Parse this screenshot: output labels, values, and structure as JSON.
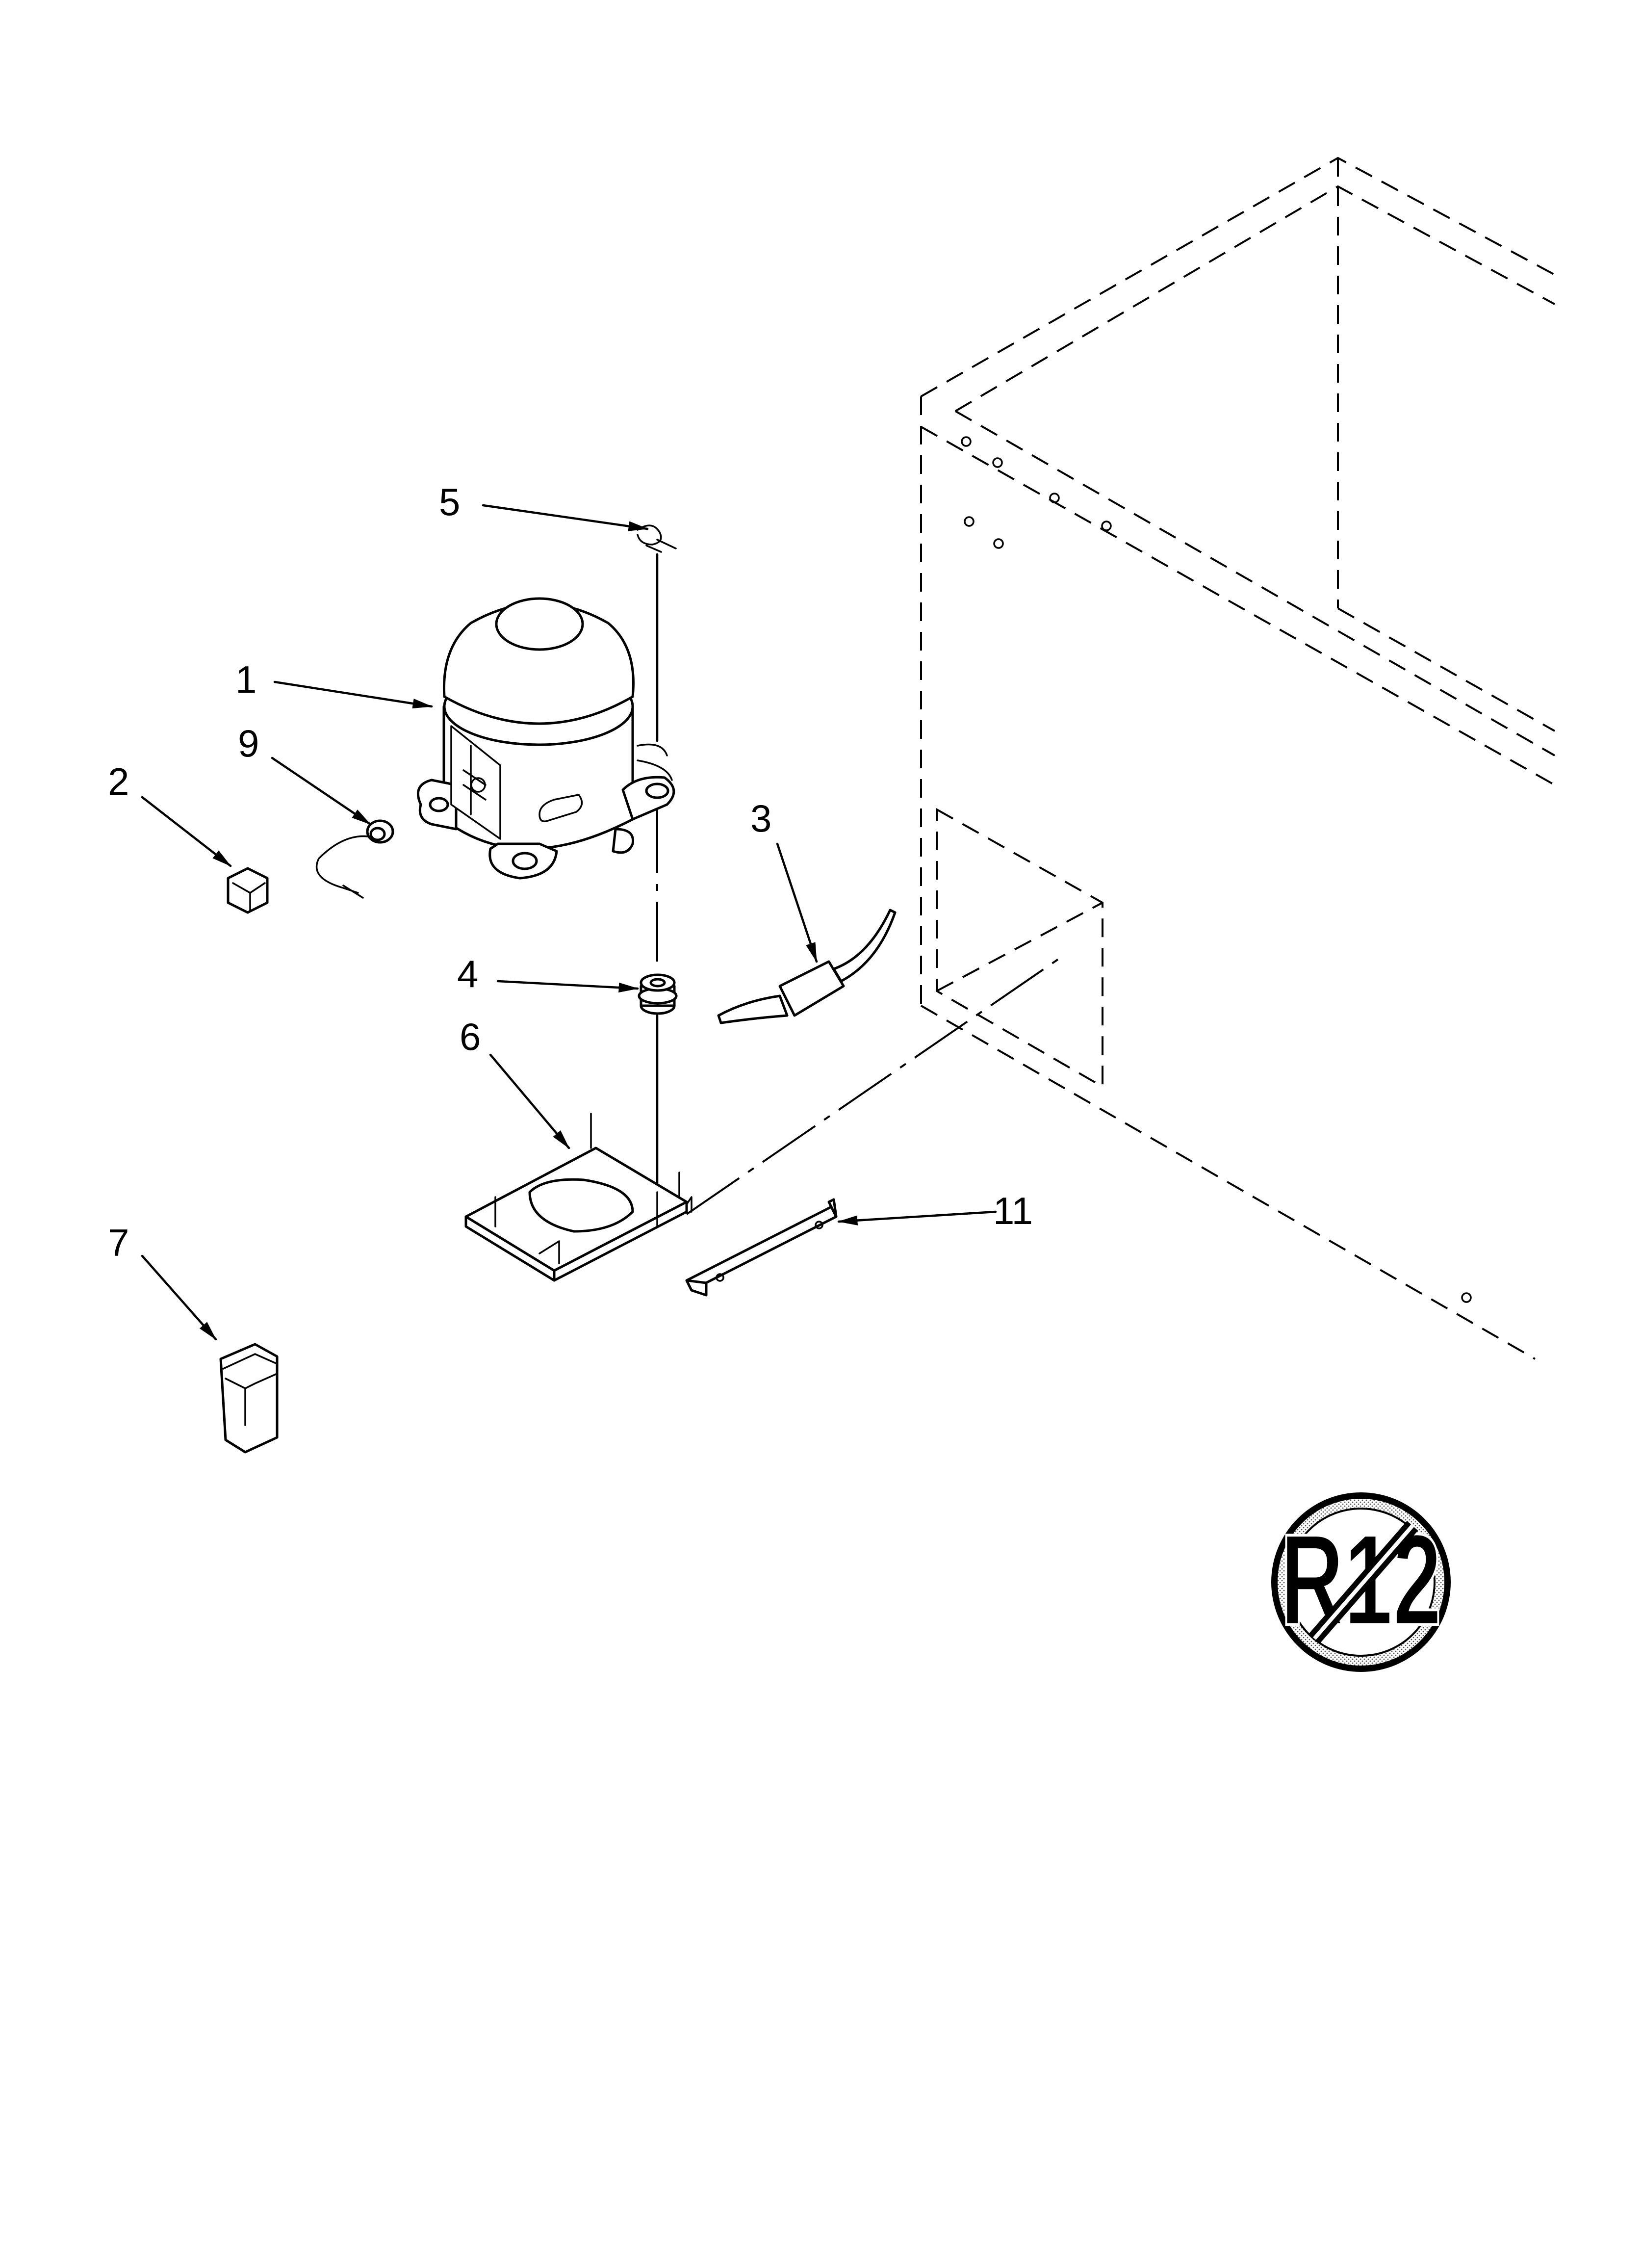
{
  "callouts": [
    {
      "id": "1",
      "text": "1"
    },
    {
      "id": "2",
      "text": "2"
    },
    {
      "id": "3",
      "text": "3"
    },
    {
      "id": "4",
      "text": "4"
    },
    {
      "id": "5",
      "text": "5"
    },
    {
      "id": "6",
      "text": "6"
    },
    {
      "id": "7",
      "text": "7"
    },
    {
      "id": "9",
      "text": "9"
    },
    {
      "id": "11",
      "text": "11"
    }
  ],
  "badge": {
    "text": "R12"
  }
}
